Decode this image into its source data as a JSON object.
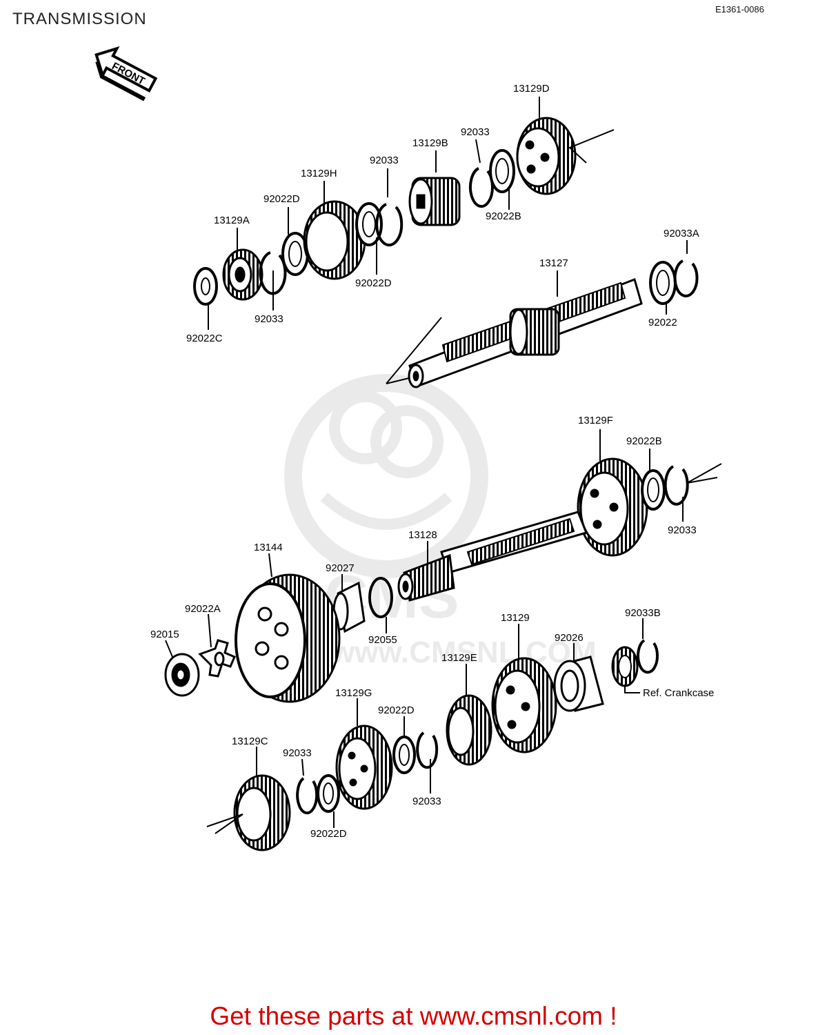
{
  "header": {
    "title": "TRANSMISSION",
    "drawing_code": "E1361-0086",
    "front_label": "FRONT"
  },
  "parts": {
    "p13129D": "13129D",
    "p92033_top": "92033",
    "p13129B": "13129B",
    "p92033_b": "92033",
    "p13129H": "13129H",
    "p92022D_a": "92022D",
    "p13129A": "13129A",
    "p92022B_a": "92022B",
    "p92022D_b": "92022D",
    "p92033_c": "92033",
    "p92022C": "92022C",
    "p92033A": "92033A",
    "p13127": "13127",
    "p92022": "92022",
    "p13129F": "13129F",
    "p92022B_b": "92022B",
    "p92033_d": "92033",
    "p13128": "13128",
    "p13144": "13144",
    "p92027": "92027",
    "p92055": "92055",
    "p92022A": "92022A",
    "p92015": "92015",
    "p13129": "13129",
    "p92026": "92026",
    "p92033B": "92033B",
    "p13129E": "13129E",
    "p13129G": "13129G",
    "p92022D_c": "92022D",
    "p13129C": "13129C",
    "p92033_e": "92033",
    "p92033_f": "92033",
    "p92022D_d": "92022D"
  },
  "reference_note": "Ref. Crankcase",
  "footer": {
    "text": "Get these parts at www.cmsnl.com !",
    "color": "#d40000"
  }
}
